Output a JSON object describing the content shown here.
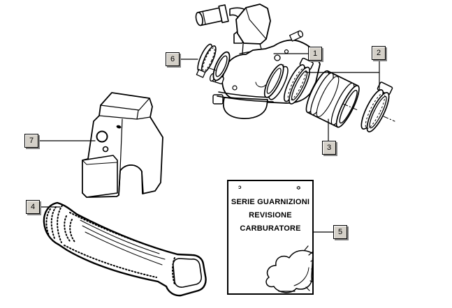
{
  "figure": {
    "type": "exploded-parts-diagram",
    "subject": "carburetor assembly",
    "background": "#ffffff",
    "line_color": "#000000",
    "body_marking": "16"
  },
  "callouts": [
    {
      "label": "1"
    },
    {
      "label": "2"
    },
    {
      "label": "3"
    },
    {
      "label": "4"
    },
    {
      "label": "5"
    },
    {
      "label": "6"
    },
    {
      "label": "7"
    }
  ],
  "kit_box": {
    "line1": "SERIE GUARNIZIONI",
    "line2": "REVISIONE",
    "line3": "CARBURATORE",
    "mark_left": "ɔ",
    "mark_right": "≎"
  },
  "colors": {
    "callout_face": "#d4d0c8",
    "callout_shadow": "#848484",
    "callout_border": "#000000"
  }
}
